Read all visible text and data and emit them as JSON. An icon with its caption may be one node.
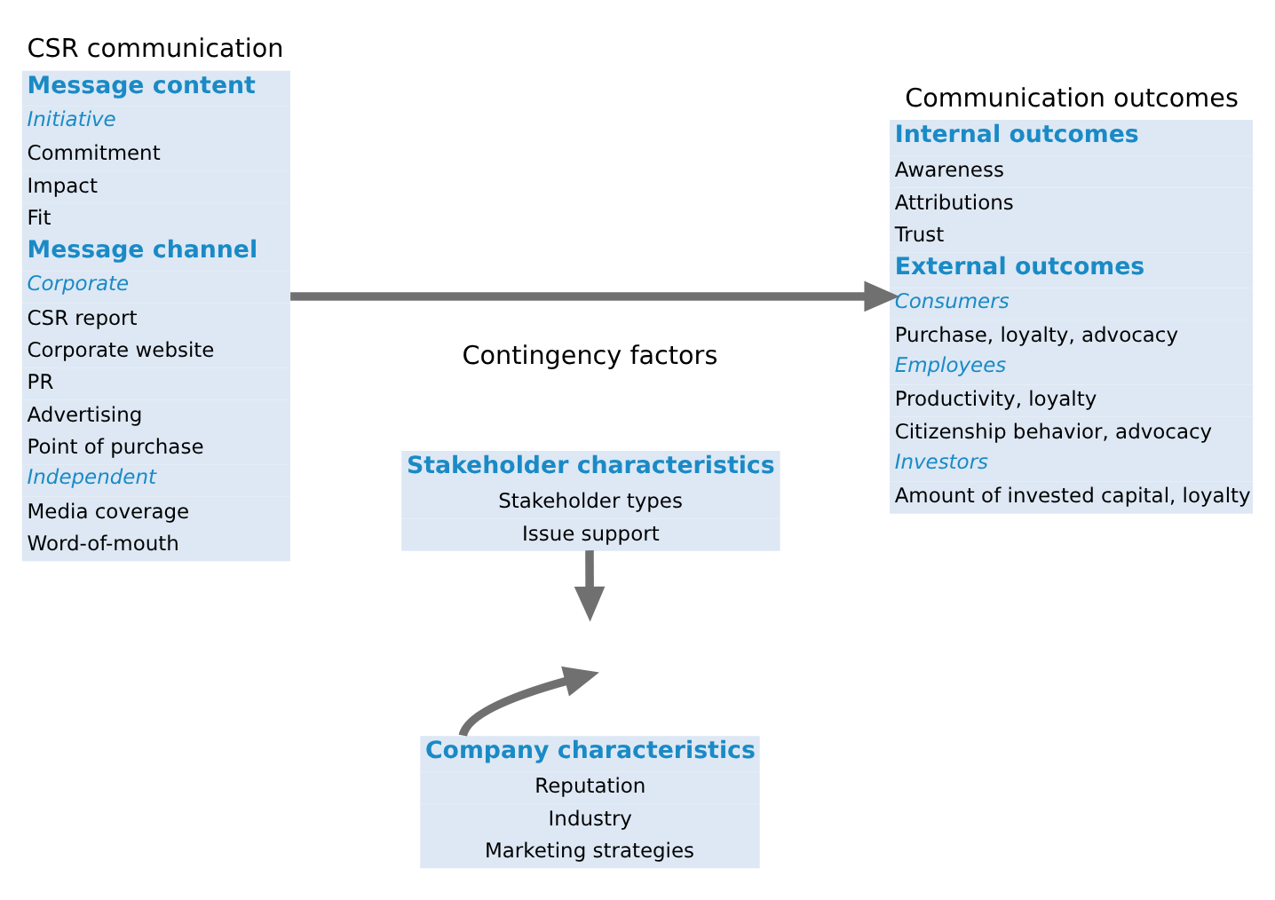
{
  "diagram": {
    "nodes": [
      {
        "text": [
          "CSR communication",
          "Message content",
          "Initiative",
          "Commitment",
          "Impact",
          "Fit",
          "Message channel",
          "Corporate",
          "CSR report",
          "Corporate website",
          "PR",
          "Advertising",
          "Point of purchase",
          "Independent",
          "Media coverage",
          "Word-of-mouth"
        ]
      },
      {
        "text": [
          "Stakeholder characteristics",
          "Stakeholder types",
          "Issue support"
        ]
      },
      {
        "text": [
          "Company characteristics",
          "Reputation",
          "Industry",
          "Marketing strategies"
        ]
      },
      {
        "text": [
          "Communication outcomes",
          "Internal outcomes",
          "Awareness",
          "Attributions",
          "Trust",
          "External outcomes",
          "Consumers",
          "Purchase, loyalty, advocacy",
          "Employees",
          "Productivity, loyalty",
          "Citizenship behavior, advocacy",
          "Investors",
          "Amount of invested capital, loyalty"
        ]
      }
    ],
    "edges": [
      {
        "from": 0,
        "to": 3,
        "arrow": "to"
      },
      {
        "from": 1,
        "to": null,
        "arrow": "to"
      },
      {
        "from": 2,
        "to": null,
        "arrow": "to"
      }
    ],
    "labels": [
      "Contingency factors"
    ]
  }
}
